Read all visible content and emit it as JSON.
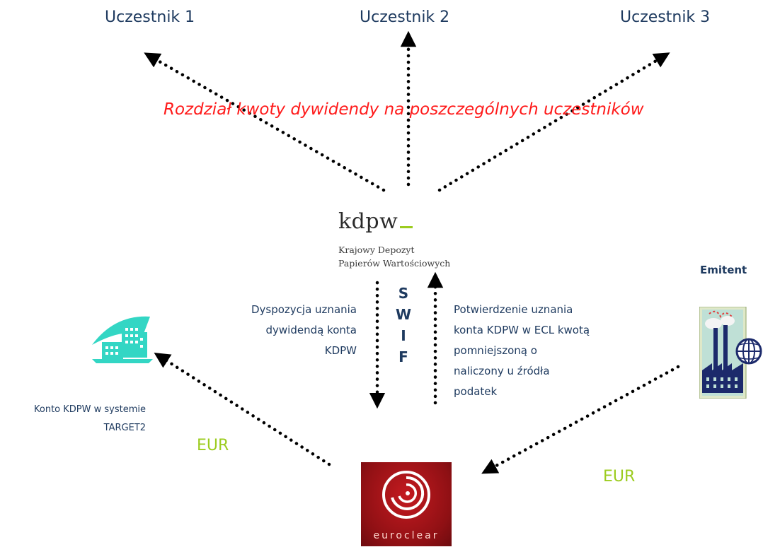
{
  "participants": [
    "Uczestnik 1",
    "Uczestnik 2",
    "Uczestnik 3"
  ],
  "caption": "Rozdział kwoty dywidendy na poszczególnych uczestników",
  "kdpw": {
    "logo_word": "kdpw",
    "subtitle_line1": "Krajowy Depozyt",
    "subtitle_line2": "Papierów Wartościowych"
  },
  "left_note": [
    "Dyspozycja uznania",
    "dywidendą konta",
    "KDPW"
  ],
  "right_note": [
    "Potwierdzenie uznania",
    "konta KDPW w ECL kwotą",
    "pomniejszoną o",
    "naliczony u źródła",
    "podatek"
  ],
  "swift_letters": [
    "S",
    "W",
    "I",
    "F"
  ],
  "target_label": [
    "Konto KDPW w systemie",
    "TARGET2"
  ],
  "emitent": "Emitent",
  "currency_left": "EUR",
  "currency_right": "EUR",
  "euroclear_word": "euroclear",
  "icons": [
    "target2-building-icon",
    "factory-globe-icon",
    "euroclear-logo"
  ],
  "colors": {
    "navy_text": "#1e3a5f",
    "caption_red": "#ff1a1a",
    "currency_green": "#9ccc1f",
    "euroclear_red": "#a3131a",
    "building_teal": "#33d6c4"
  }
}
